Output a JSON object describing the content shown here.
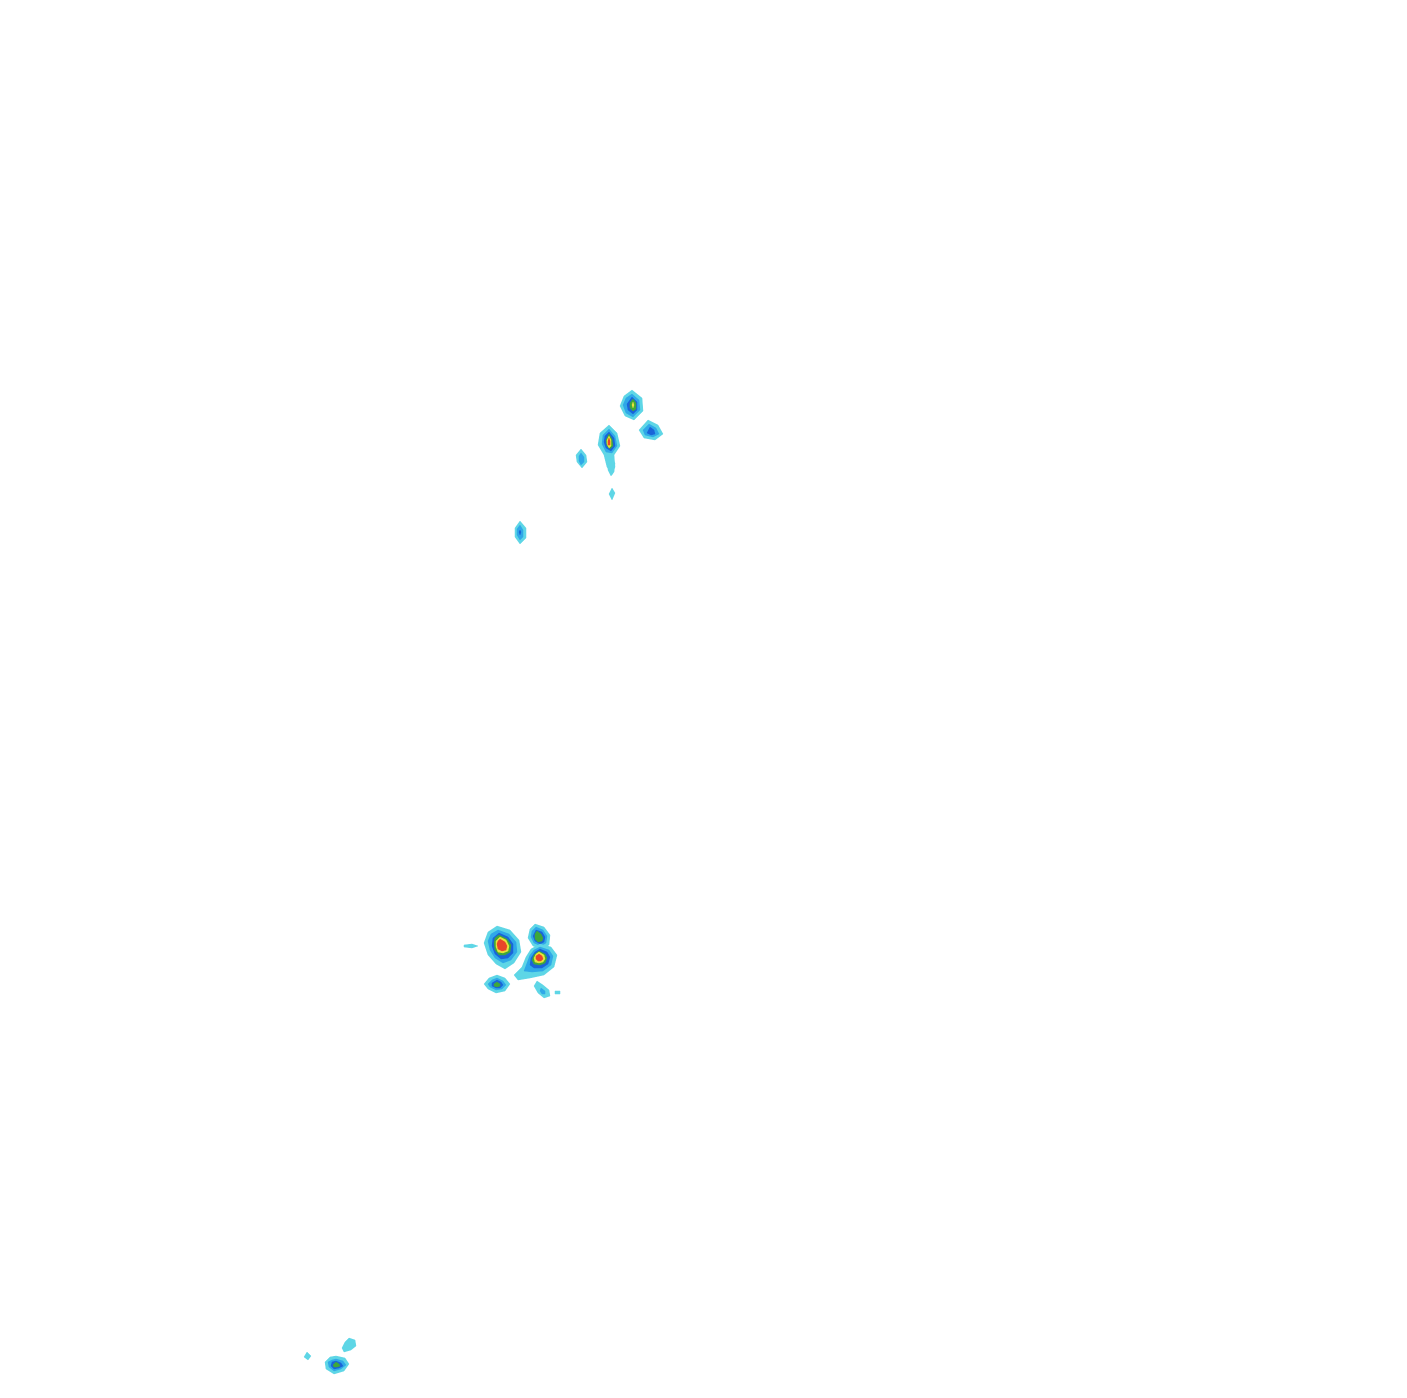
{
  "colors": {
    "background": "#ffffff",
    "level_1": "#5ed6e6",
    "level_2": "#2fa8e8",
    "level_3": "#1a64d8",
    "level_4": "#3fa83a",
    "level_5": "#e8e23a",
    "level_6": "#e8462a"
  },
  "cells": [
    {
      "id": "cell-north-top",
      "levels": 4
    },
    {
      "id": "cell-north-right",
      "levels": 3
    },
    {
      "id": "cell-north-main",
      "levels": 6
    },
    {
      "id": "cell-north-small-left",
      "levels": 2
    },
    {
      "id": "cell-north-trail-1",
      "levels": 1
    },
    {
      "id": "cell-north-trail-2",
      "levels": 1
    },
    {
      "id": "cell-mid-left-small",
      "levels": 2
    },
    {
      "id": "cell-center-main-left",
      "levels": 6
    },
    {
      "id": "cell-center-top-right",
      "levels": 4
    },
    {
      "id": "cell-center-main-right",
      "levels": 6
    },
    {
      "id": "cell-center-bottom-left",
      "levels": 4
    },
    {
      "id": "cell-center-bottom-right",
      "levels": 2
    },
    {
      "id": "cell-center-tiny-right",
      "levels": 1
    },
    {
      "id": "cell-center-dash-left",
      "levels": 1
    },
    {
      "id": "cell-south-dot",
      "levels": 1
    },
    {
      "id": "cell-south-main",
      "levels": 4
    },
    {
      "id": "cell-south-upper",
      "levels": 1
    }
  ]
}
